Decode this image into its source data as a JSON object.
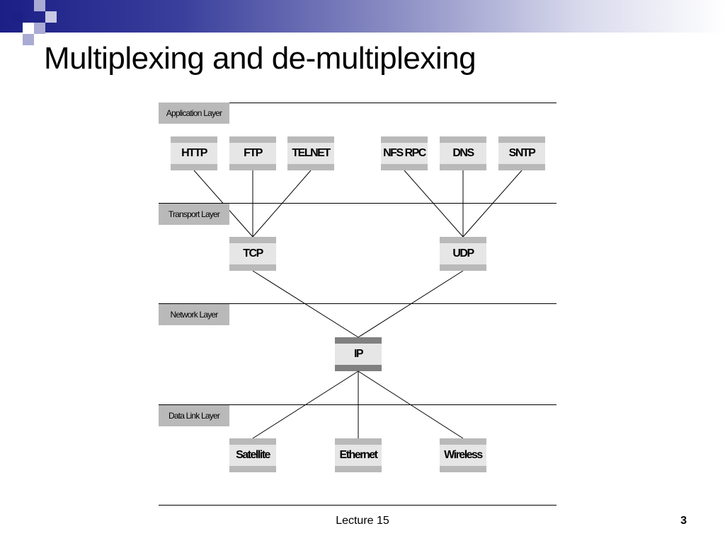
{
  "slide": {
    "title": "Multiplexing and de-multiplexing",
    "footer": "Lecture 15",
    "page_number": "3",
    "colors": {
      "band_dark": "#1b1f86",
      "label_gray": "#b9b9b9",
      "box_fill": "#e6e6e6",
      "ip_bar": "#808080"
    }
  },
  "diagram": {
    "layers": {
      "application": "Application Layer",
      "transport": "Transport Layer",
      "network": "Network Layer",
      "datalink": "Data Link Layer"
    },
    "protocols": {
      "http": "HTTP",
      "ftp": "FTP",
      "telnet": "TELNET",
      "nfs_rpc": "NFS RPC",
      "dns": "DNS",
      "sntp": "SNTP",
      "tcp": "TCP",
      "udp": "UDP",
      "ip": "IP",
      "satellite": "Satellite",
      "ethernet": "Ethernet",
      "wireless": "Wireless"
    },
    "connections": [
      [
        "http",
        "tcp"
      ],
      [
        "ftp",
        "tcp"
      ],
      [
        "telnet",
        "tcp"
      ],
      [
        "nfs_rpc",
        "udp"
      ],
      [
        "dns",
        "udp"
      ],
      [
        "sntp",
        "udp"
      ],
      [
        "tcp",
        "ip"
      ],
      [
        "udp",
        "ip"
      ],
      [
        "ip",
        "satellite"
      ],
      [
        "ip",
        "ethernet"
      ],
      [
        "ip",
        "wireless"
      ]
    ]
  }
}
